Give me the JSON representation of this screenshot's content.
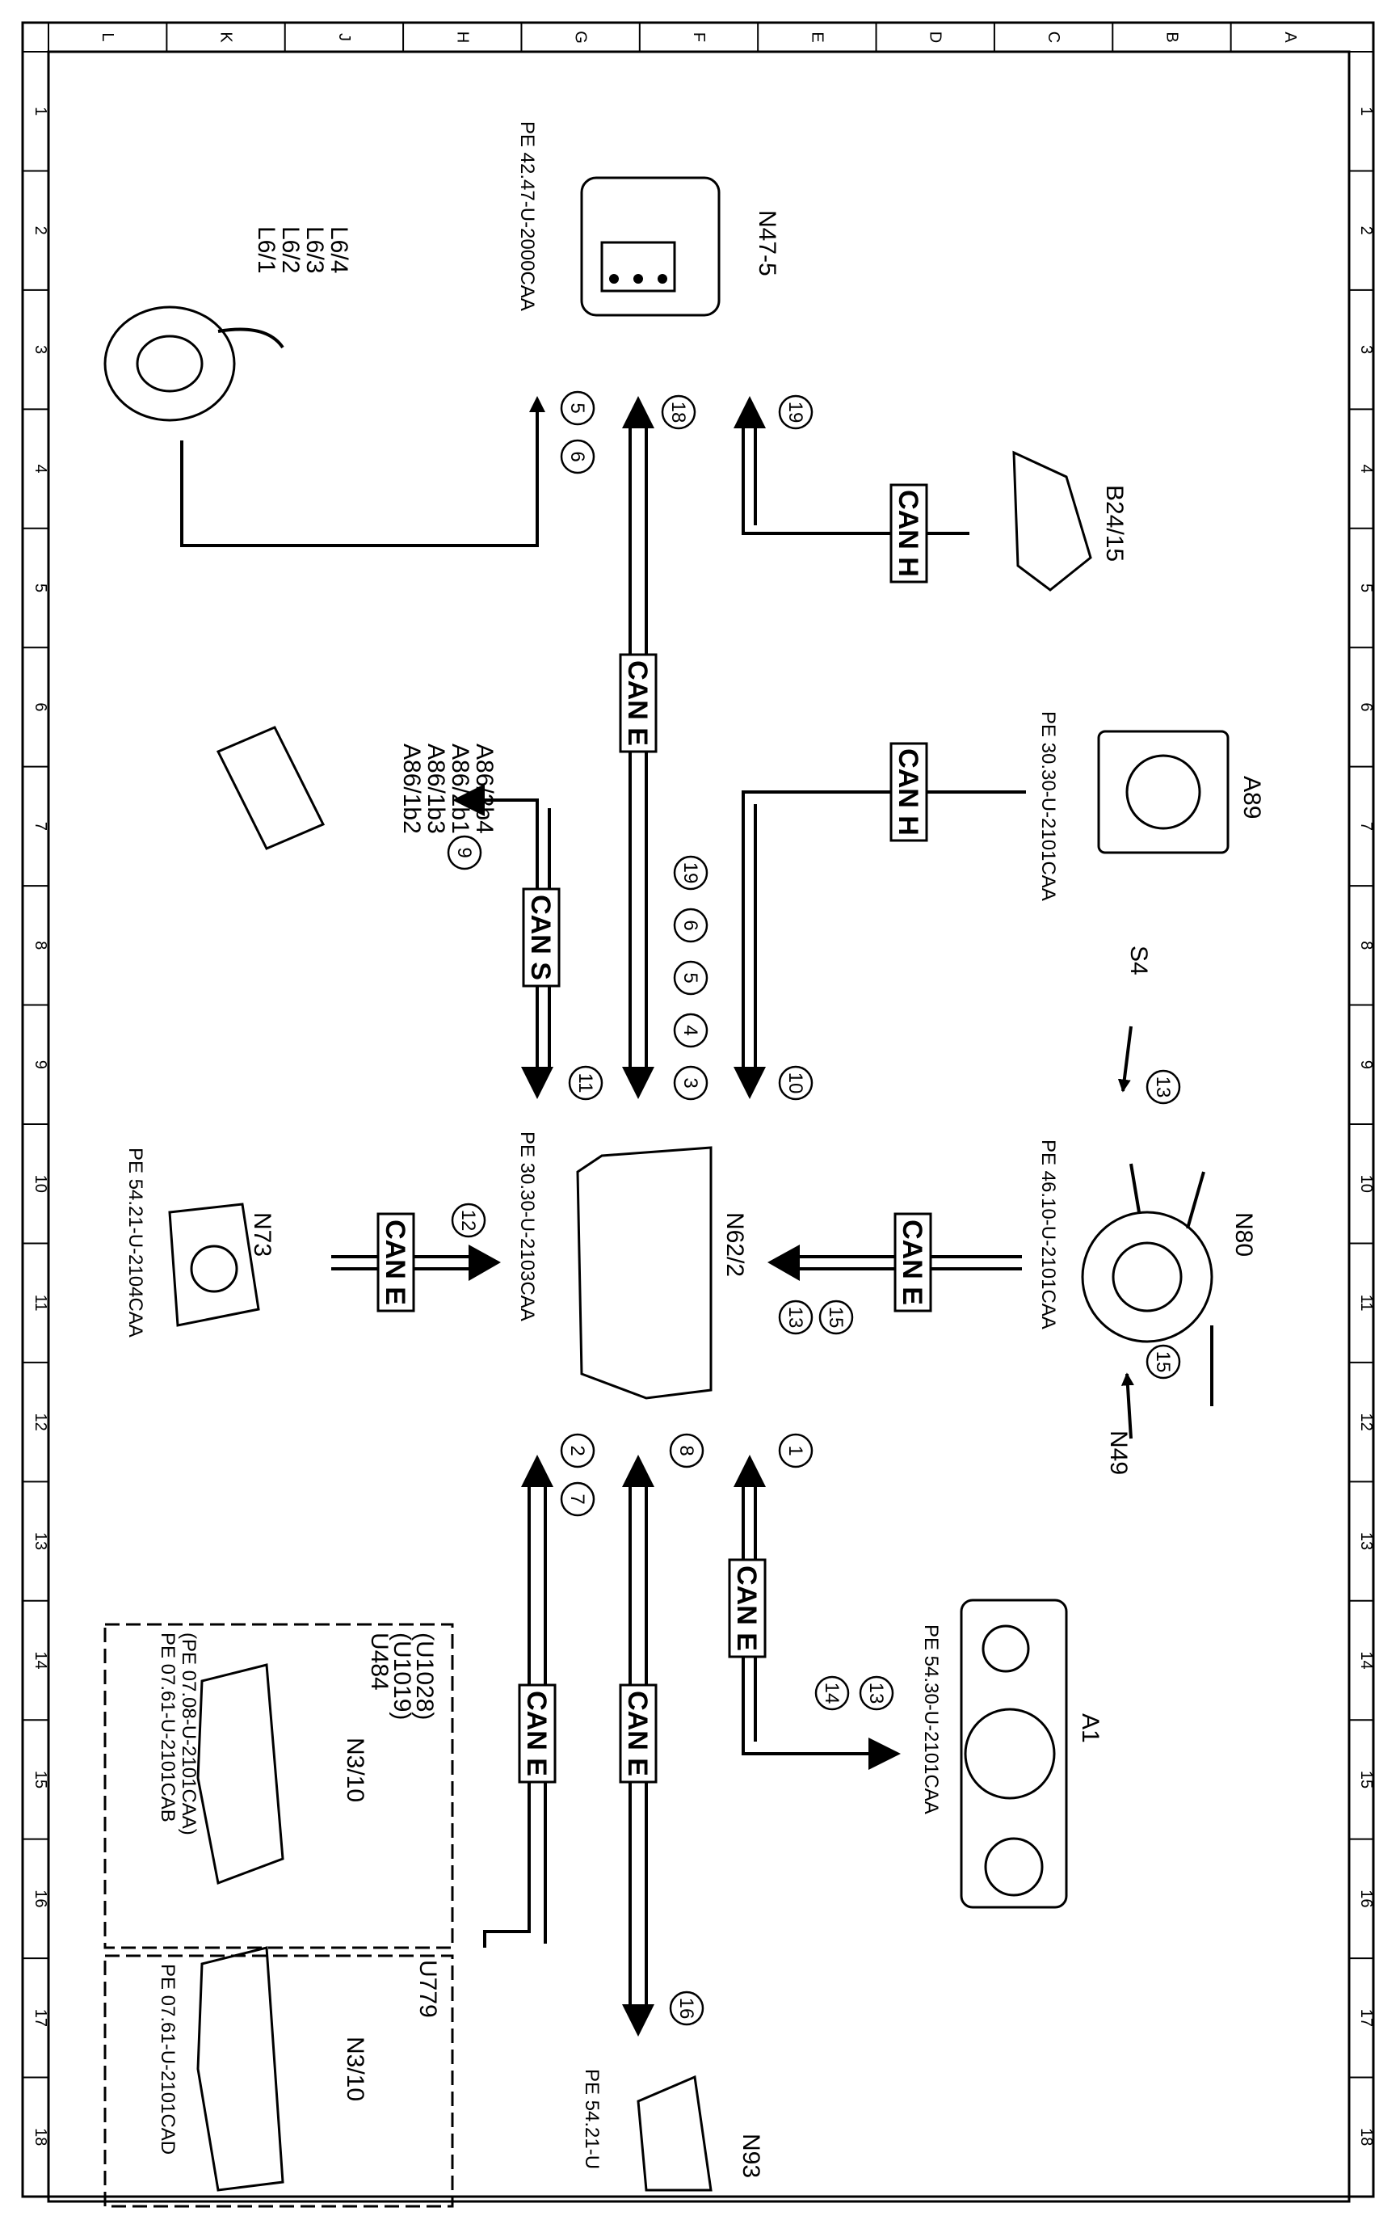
{
  "grid": {
    "columns": [
      "L",
      "K",
      "J",
      "H",
      "G",
      "F",
      "E",
      "D",
      "C",
      "B",
      "A"
    ],
    "rows": [
      "1",
      "2",
      "3",
      "4",
      "5",
      "6",
      "7",
      "8",
      "9",
      "10",
      "11",
      "12",
      "13",
      "14",
      "15",
      "16",
      "17",
      "18"
    ]
  },
  "bus_labels": {
    "can_e": "CAN E",
    "can_h": "CAN H",
    "can_s": "CAN S"
  },
  "components": {
    "n47": {
      "label": "N47-5",
      "ref": "PE 42.47-U-2000CAA"
    },
    "l6": {
      "lines": [
        "L6/1",
        "L6/2",
        "L6/3",
        "L6/4"
      ]
    },
    "b24": {
      "label": "B24/15"
    },
    "a86": {
      "lines": [
        "A86/1b2",
        "A86/1b3",
        "A86/2b1",
        "A86/2b4"
      ]
    },
    "a89": {
      "label": "A89",
      "ref": "PE 30.30-U-2101CAA"
    },
    "s4": {
      "label": "S4"
    },
    "n80": {
      "label": "N80",
      "ref": "PE 46.10-U-2101CAA"
    },
    "n49": {
      "label": "N49"
    },
    "n62": {
      "label": "N62/2",
      "ref": "PE 30.30-U-2103CAA"
    },
    "n73": {
      "label": "N73",
      "ref": "PE 54.21-U-2104CAA"
    },
    "a1": {
      "label": "A1",
      "ref": "PE 54.30-U-2101CAA"
    },
    "n3_10_a": {
      "label": "N3/10",
      "codes": [
        "U484",
        "(U1019)",
        "(U1028)"
      ],
      "refs": [
        "PE 07.61-U-2101CAB",
        "(PE 07.08-U-2101CAA)"
      ]
    },
    "n3_10_b": {
      "label": "N3/10",
      "code": "U779",
      "ref": "PE 07.61-U-2101CAD"
    },
    "n93": {
      "label": "N93",
      "ref": "PE 54.21-U"
    }
  },
  "signals": [
    "1",
    "2",
    "3",
    "4",
    "5",
    "6",
    "7",
    "8",
    "9",
    "10",
    "11",
    "12",
    "13",
    "14",
    "15",
    "16",
    "18",
    "19"
  ]
}
